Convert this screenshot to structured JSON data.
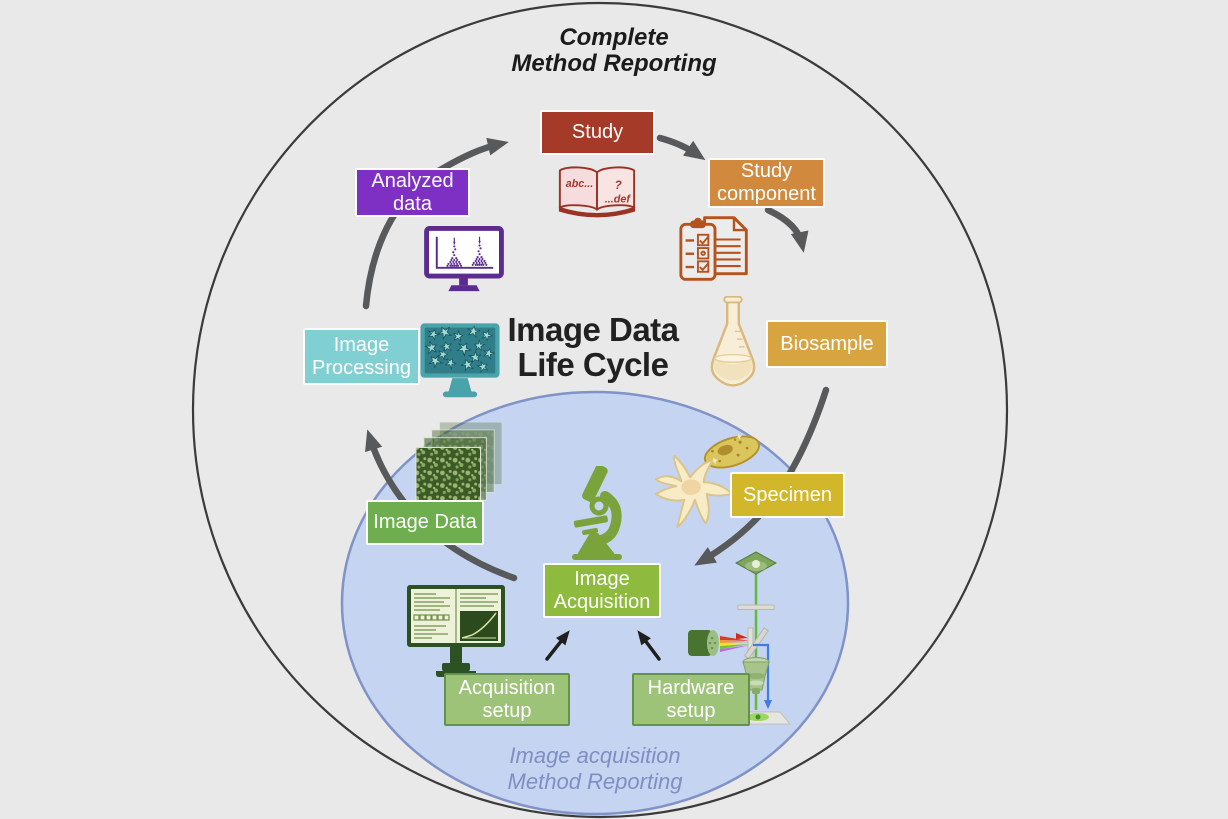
{
  "background": "#e9e9e9",
  "outer_region": {
    "title_line1": "Complete",
    "title_line2": "Method Reporting",
    "title_color": "#1b1b1b",
    "circle_border_color": "#3b3b3b"
  },
  "inner_region": {
    "label_line1": "Image acquisition",
    "label_line2": "Method Reporting",
    "label_color": "#7e8fc3",
    "fill": "#c5d4f0",
    "border_color": "#8093c8"
  },
  "center_title": {
    "line1": "Image Data",
    "line2": "Life Cycle",
    "color": "#212121"
  },
  "nodes": {
    "study": {
      "label": "Study",
      "color": "#a63a28"
    },
    "study_component": {
      "label": "Study component",
      "color": "#d18a3d"
    },
    "biosample": {
      "label": "Biosample",
      "color": "#d8a440"
    },
    "specimen": {
      "label": "Specimen",
      "color": "#d3b72a"
    },
    "image_acquisition": {
      "label": "Image Acquisition",
      "color": "#8eba3e"
    },
    "acquisition_setup": {
      "label": "Acquisition setup",
      "color": "#9dc379",
      "border_color": "#63924c"
    },
    "hardware_setup": {
      "label": "Hardware setup",
      "color": "#9dc379",
      "border_color": "#63924c"
    },
    "image_data": {
      "label": "Image Data",
      "color": "#6fae4e"
    },
    "image_processing": {
      "label": "Image Processing",
      "color": "#80d0d3"
    },
    "analyzed_data": {
      "label": "Analyzed data",
      "color": "#7e2fc4"
    }
  },
  "icons": {
    "book": {
      "left_text": "abc...",
      "question": "?",
      "right_text": "...def"
    }
  },
  "arrow_color": "#58595b",
  "setup_arrow_color": "#1f1f1f"
}
